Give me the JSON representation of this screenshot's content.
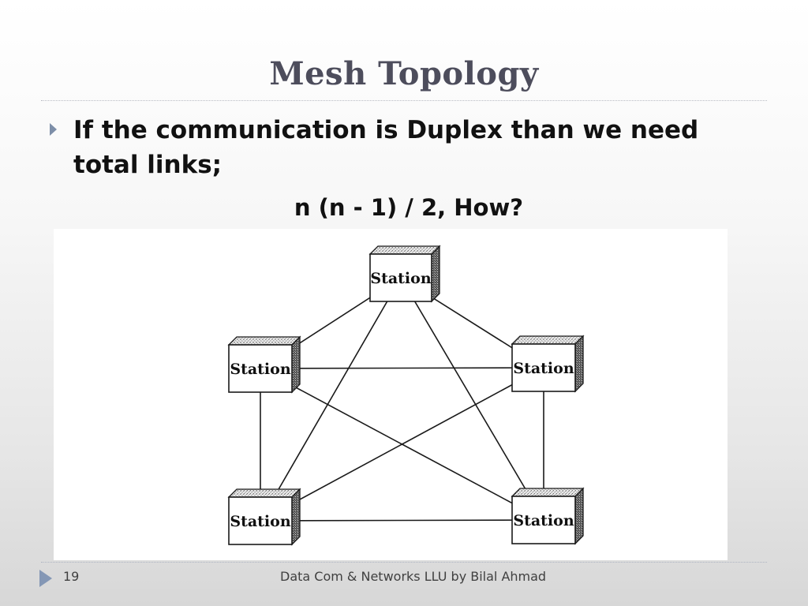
{
  "slide": {
    "title": "Mesh Topology",
    "bullet": "If the communication is Duplex than we need total links;",
    "formula": "n (n - 1) / 2, How?",
    "bullet_icon": "triangle-bullet-icon"
  },
  "diagram": {
    "stations": [
      {
        "id": "top",
        "label": "Station"
      },
      {
        "id": "left",
        "label": "Station"
      },
      {
        "id": "right",
        "label": "Station"
      },
      {
        "id": "bottom-left",
        "label": "Station"
      },
      {
        "id": "bottom-right",
        "label": "Station"
      }
    ],
    "links": [
      [
        "top",
        "left"
      ],
      [
        "top",
        "right"
      ],
      [
        "top",
        "bottom-left"
      ],
      [
        "top",
        "bottom-right"
      ],
      [
        "left",
        "right"
      ],
      [
        "left",
        "bottom-left"
      ],
      [
        "left",
        "bottom-right"
      ],
      [
        "right",
        "bottom-left"
      ],
      [
        "right",
        "bottom-right"
      ],
      [
        "bottom-left",
        "bottom-right"
      ]
    ]
  },
  "footer": {
    "page_number": "19",
    "text": "Data Com & Networks LLU by Bilal Ahmad"
  },
  "colors": {
    "title": "#4d4d5c",
    "accent": "#7d8ea8",
    "text": "#111111"
  }
}
